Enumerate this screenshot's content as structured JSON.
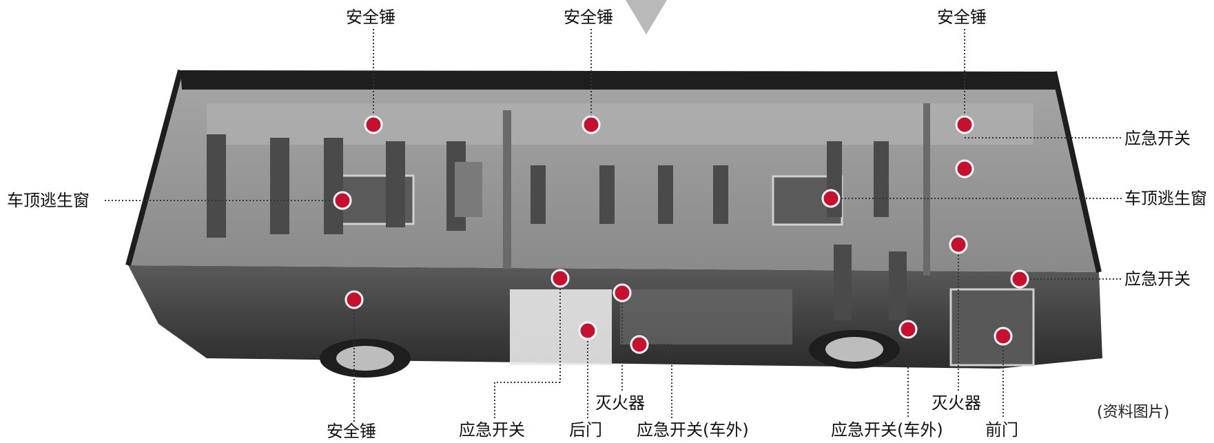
{
  "labels": {
    "hammer_top_1": "安全锤",
    "hammer_top_2": "安全锤",
    "hammer_top_3": "安全锤",
    "hammer_bottom": "安全锤",
    "roof_window_left": "车顶逃生窗",
    "roof_window_right": "车顶逃生窗",
    "switch_right_upper": "应急开关",
    "switch_right_lower": "应急开关",
    "switch_bottom": "应急开关",
    "rear_door": "后门",
    "extinguisher_1": "灭火器",
    "extinguisher_2": "灭火器",
    "outside_switch_1": "应急开关(车外)",
    "outside_switch_2": "应急开关(车外)",
    "front_door": "前门",
    "source_note": "(资料图片)"
  },
  "colors": {
    "marker": "#c8102e",
    "leader": "#333333",
    "bus_body": "#3c3c3c",
    "bus_interior": "#9a9a9a"
  },
  "icons": {
    "top_pointer": "triangle-down-icon",
    "marker": "red-dot-icon"
  }
}
